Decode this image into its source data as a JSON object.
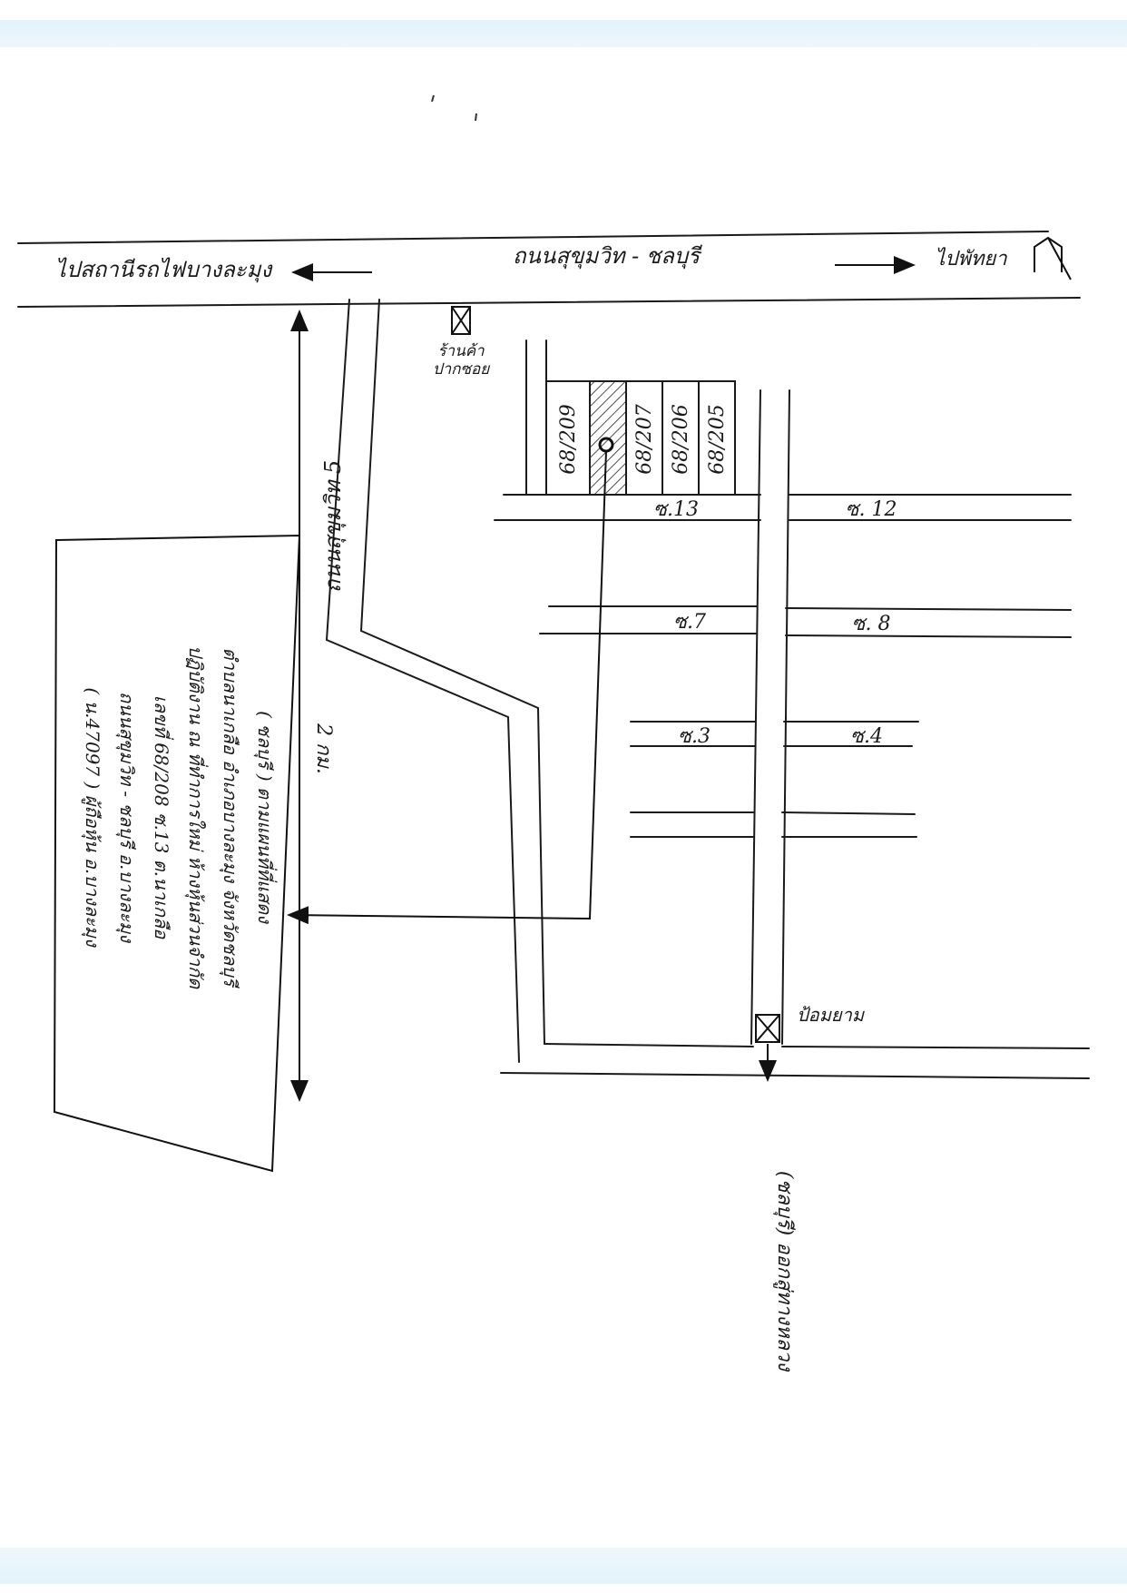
{
  "highway": {
    "name": "ถนนสุขุมวิท - ชลบุรี",
    "left_destination": "ไปสถานีรถไฟบางละมุง",
    "right_destination": "ไปพัทยา",
    "right_icon": "house-icon"
  },
  "left_road": {
    "name": "ถนนสุขุมวิท 5"
  },
  "landmark_top": {
    "lines": [
      "ร้านค้า",
      "ปากซอย"
    ],
    "icon": "box-cross-icon"
  },
  "landmark_bottom": {
    "name": "ป้อมยาม",
    "icon": "box-cross-icon"
  },
  "shophouses": [
    {
      "number": "68/209"
    },
    {
      "number": "",
      "highlighted": true
    },
    {
      "number": "68/207"
    },
    {
      "number": "68/206"
    },
    {
      "number": "68/205"
    }
  ],
  "sois": {
    "s13": "ซ.13",
    "s12": "ซ. 12",
    "s7": "ซ.7",
    "s8": "ซ. 8",
    "s3": "ซ.3",
    "s4": "ซ.4"
  },
  "distance": "2 กม.",
  "bottom_destination": "(ชลบุรี) ออกสู่ทางหลวง",
  "address_box": {
    "lines": [
      "( น.47097 ) ผู้ถือหุ้น  อ.บางละมุง",
      "ถนนสุขุมวิท - ชลบุรี  อ.บางละมุง",
      "เลขที่ 68/208  ซ.13   ต.นาเกลือ",
      "ปฏิบัติงาน ณ ที่ทำการใหม่ ห้างหุ้นส่วนจำกัด",
      "ตำบลนาเกลือ  อำเภอบางละมุง  จังหวัดชลบุรี",
      "( ชลบุรี )  ตามแผนที่ที่แสดง"
    ]
  }
}
